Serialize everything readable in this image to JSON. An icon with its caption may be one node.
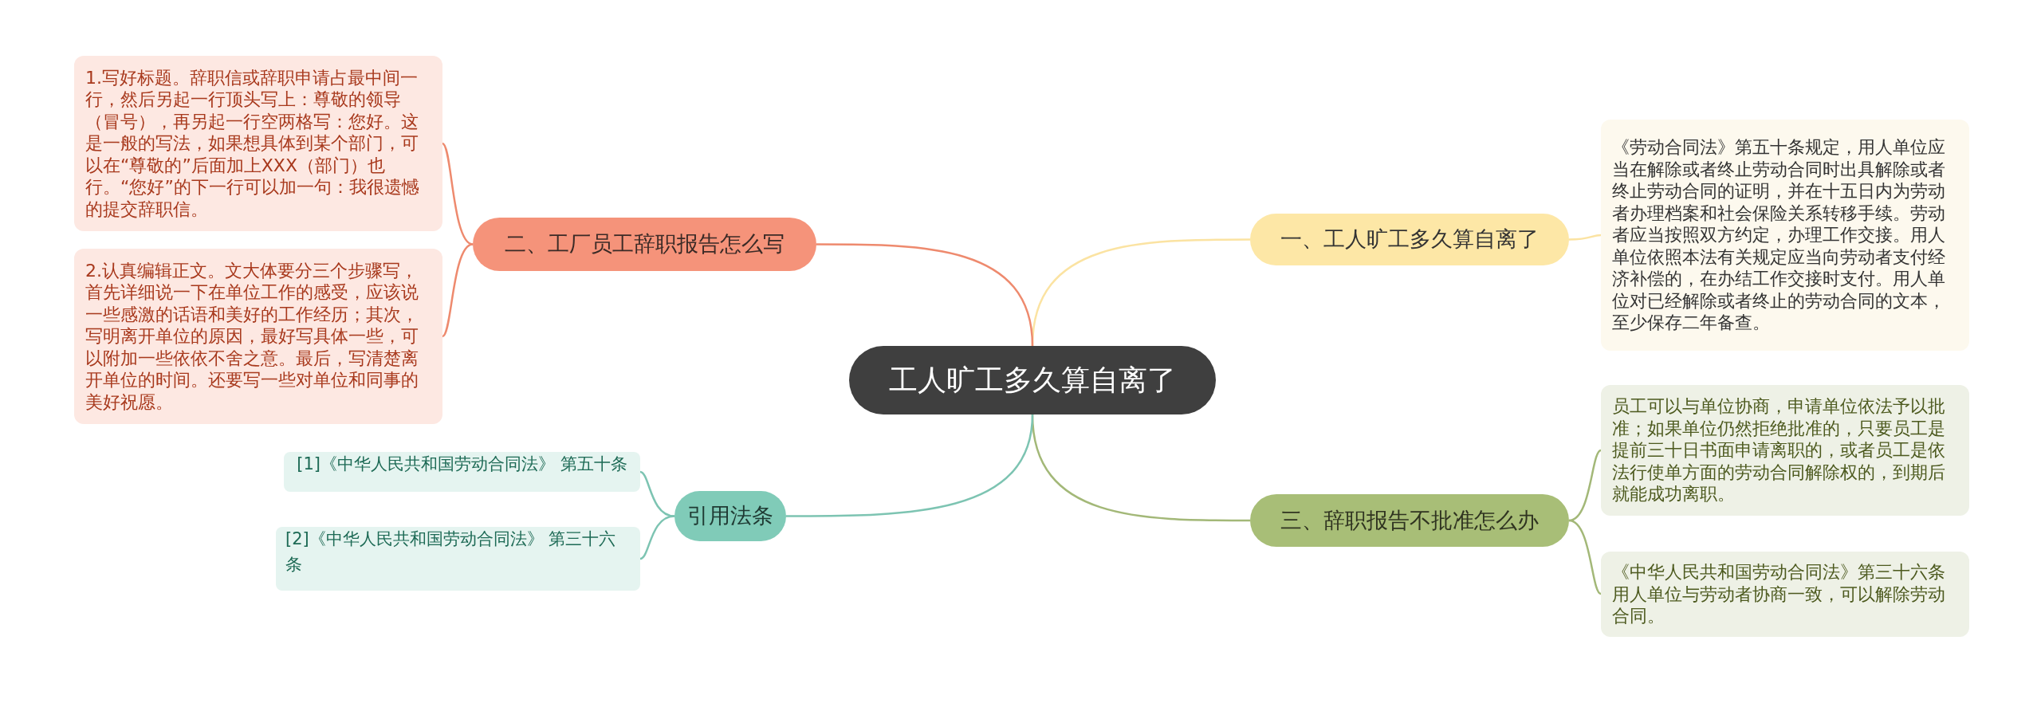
{
  "diagram": {
    "nodes": [
      {
        "text": [
          "工人旷工多久算自离了"
        ]
      },
      {
        "text": [
          "一、工人旷工多久算自离了"
        ]
      },
      {
        "text": [
          "《劳动合同法》第五十条规定，用人单位应当在解除或者终止劳动合同时出具解除或者终止劳动合同的证明，并在十五日内为劳动者办理档案和社会保险关系转移手续。劳动者应当按照双方约定，办理工作交接。用人单位依照本法有关规定应当向劳动者支付经济补偿的，在办结工作交接时支付。用人单位对已经解除或者终止的劳动合同的文本，至少保存二年备查。"
        ]
      },
      {
        "text": [
          "二、工厂员工辞职报告怎么写"
        ]
      },
      {
        "text": [
          "1.写好标题。辞职信或辞职申请占最中间一行，然后另起一行顶头写上：尊敬的领导（冒号），再另起一行空两格写：您好。这是一般的写法，如果想具体到某个部门，可以在“尊敬的”后面加上XXX（部门）也行。“您好”的下一行可以加一句：我很遗憾的提交辞职信。"
        ]
      },
      {
        "text": [
          "2.认真编辑正文。文大体要分三个步骤写，首先详细说一下在单位工作的感受，应该说一些感激的话语和美好的工作经历；其次，写明离开单位的原因，最好写具体一些，可以附加一些依依不舍之意。最后，写清楚离开单位的时间。还要写一些对单位和同事的美好祝愿。"
        ]
      },
      {
        "text": [
          "三、辞职报告不批准怎么办"
        ]
      },
      {
        "text": [
          "员工可以与单位协商，申请单位依法予以批准；如果单位仍然拒绝批准的，只要员工是提前三十日书面申请离职的，或者员工是依法行使单方面的劳动合同解除权的，到期后就能成功离职。"
        ]
      },
      {
        "text": [
          "《中华人民共和国劳动合同法》第三十六条用人单位与劳动者协商一致，可以解除劳动合同。"
        ]
      },
      {
        "text": [
          "引用法条"
        ]
      },
      {
        "text": [
          "[1]《中华人民共和国劳动合同法》 第五十条"
        ]
      },
      {
        "text": [
          "[2]《中华人民共和国劳动合同法》 第三十六条"
        ]
      }
    ],
    "edges": [
      {
        "from": 0,
        "to": 1,
        "arrow": "none",
        "color": "#fbe3a2"
      },
      {
        "from": 1,
        "to": 2,
        "arrow": "none",
        "color": "#fbe3a2"
      },
      {
        "from": 0,
        "to": 3,
        "arrow": "none",
        "color": "#ee8a6e"
      },
      {
        "from": 3,
        "to": 4,
        "arrow": "none",
        "color": "#ee8a6e"
      },
      {
        "from": 3,
        "to": 5,
        "arrow": "none",
        "color": "#ee8a6e"
      },
      {
        "from": 0,
        "to": 6,
        "arrow": "none",
        "color": "#a3b878"
      },
      {
        "from": 6,
        "to": 7,
        "arrow": "none",
        "color": "#a3b878"
      },
      {
        "from": 6,
        "to": 8,
        "arrow": "none",
        "color": "#a3b878"
      },
      {
        "from": 0,
        "to": 9,
        "arrow": "none",
        "color": "#7dc4b2"
      },
      {
        "from": 9,
        "to": 10,
        "arrow": "none",
        "color": "#7dc4b2"
      },
      {
        "from": 9,
        "to": 11,
        "arrow": "none",
        "color": "#7dc4b2"
      }
    ]
  }
}
